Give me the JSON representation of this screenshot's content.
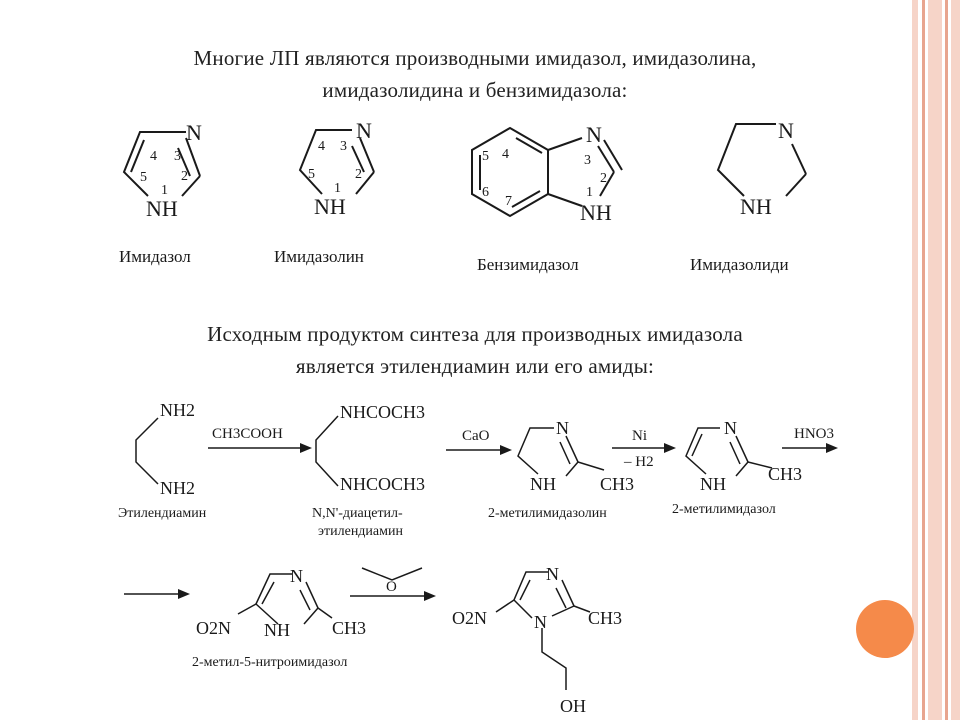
{
  "slide": {
    "heading_top": [
      "Многие ЛП являются производными имидазол, имидазолина,",
      "имидазолидина и бензимидазола:"
    ],
    "heading_middle": [
      "Исходным продуктом синтеза для производных имидазола",
      "является этилендиамин или его амиды:"
    ]
  },
  "rings": {
    "imidazole": {
      "name": "Имидазол",
      "n": "N",
      "nh": "NH",
      "numbers": [
        "1",
        "2",
        "3",
        "4",
        "5"
      ]
    },
    "imidazoline": {
      "name": "Имидазолин",
      "n": "N",
      "nh": "NH",
      "numbers": [
        "1",
        "2",
        "3",
        "4",
        "5"
      ]
    },
    "benzimidazole": {
      "name": "Бензимидазол",
      "n": "N",
      "nh": "NH",
      "numbers": [
        "1",
        "2",
        "3",
        "4",
        "5",
        "6",
        "7"
      ]
    },
    "imidazolidine": {
      "name": "Имидазолиди",
      "n": "N",
      "nh": "NH"
    }
  },
  "synthesis": {
    "ethylenediamine": {
      "top": "NH2",
      "bottom": "NH2",
      "name": "Этилендиамин"
    },
    "reagent1": "CH3COOH",
    "diacetyl": {
      "top": "NHCOCH3",
      "bottom": "NHCOCH3",
      "name_lines": [
        "N,N'-диацетил-",
        "этилендиамин"
      ]
    },
    "reagent2": "CaO",
    "methylimidazoline": {
      "n": "N",
      "nh": "NH",
      "ch3": "CH3",
      "name": "2-метилимидазолин"
    },
    "reagent3_top": "Ni",
    "reagent3_bottom": "– H2",
    "methylimidazole": {
      "n": "N",
      "nh": "NH",
      "ch3": "CH3",
      "name": "2-метилимидазол"
    },
    "reagent4": "HNO3",
    "nitroimidazole": {
      "n": "N",
      "nh": "NH",
      "ch3": "CH3",
      "no2": "O2N",
      "name": "2-метил-5-нитроимидазол"
    },
    "reagent5": "O",
    "metronidazole": {
      "n_top": "N",
      "n_ring": "N",
      "ch3": "CH3",
      "no2": "O2N",
      "oh": "OH"
    }
  },
  "colors": {
    "stripe_dark": "#e8a58f",
    "stripe_light": "#f6d4c8",
    "circle": "#f58a4a"
  }
}
